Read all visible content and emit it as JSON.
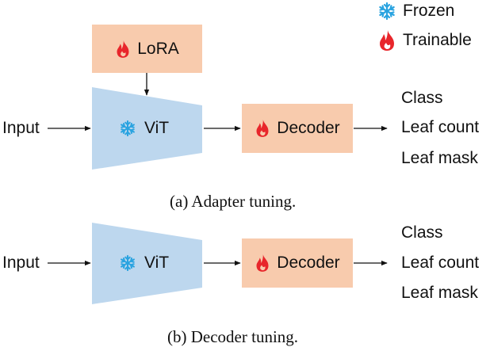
{
  "legend": {
    "frozen": {
      "icon": "snowflake-icon",
      "label": "Frozen"
    },
    "trainable": {
      "icon": "flame-icon",
      "label": "Trainable"
    }
  },
  "colors": {
    "vit_fill": "#bdd7ee",
    "box_fill": "#f8cbad",
    "snowflake": "#29a3e0",
    "flame": "#e8262b",
    "arrow": "#111111"
  },
  "panel_a": {
    "input_label": "Input",
    "lora": {
      "label": "LoRA",
      "state": "trainable"
    },
    "vit": {
      "label": "ViT",
      "state": "frozen"
    },
    "decoder": {
      "label": "Decoder",
      "state": "trainable"
    },
    "outputs": [
      "Class",
      "Leaf count",
      "Leaf mask"
    ],
    "caption": "(a) Adapter tuning."
  },
  "panel_b": {
    "input_label": "Input",
    "vit": {
      "label": "ViT",
      "state": "frozen"
    },
    "decoder": {
      "label": "Decoder",
      "state": "trainable"
    },
    "outputs": [
      "Class",
      "Leaf count",
      "Leaf mask"
    ],
    "caption": "(b) Decoder tuning."
  }
}
